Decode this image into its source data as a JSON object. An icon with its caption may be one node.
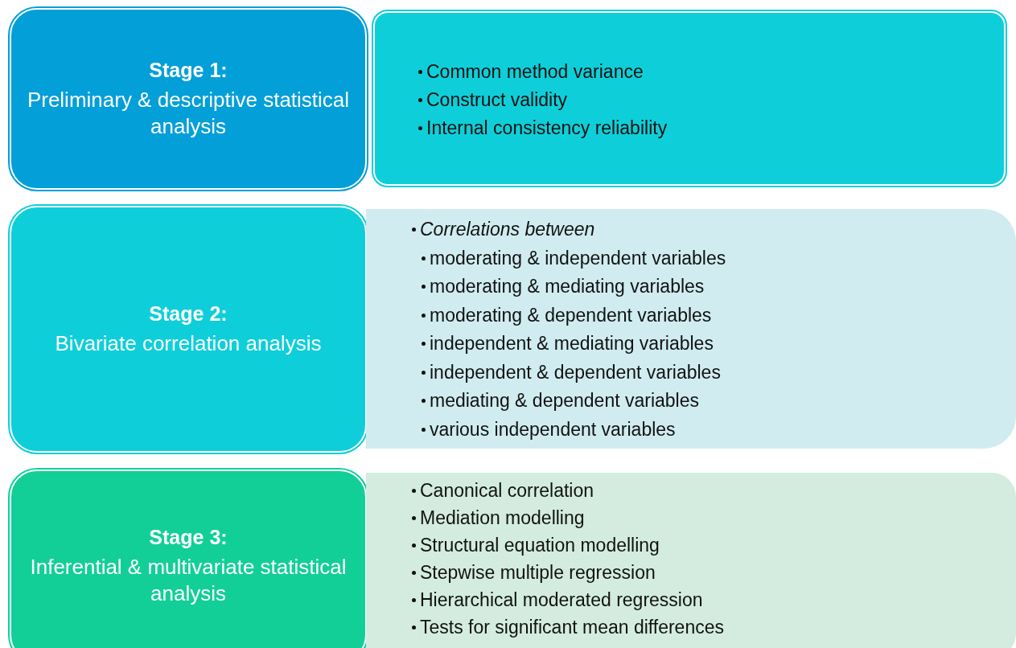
{
  "diagram": {
    "nodes": [
      {
        "text": [
          "Stage 1:",
          "Preliminary & descriptive statistical analysis"
        ]
      },
      {
        "text": [
          "Common method variance",
          "Construct validity",
          "Internal consistency reliability"
        ]
      },
      {
        "text": [
          "Stage 2:",
          "Bivariate correlation analysis"
        ]
      },
      {
        "text": [
          "Correlations between",
          "moderating & independent variables",
          "moderating & mediating variables",
          "moderating & dependent variables",
          "independent & mediating variables",
          "independent & dependent variables",
          "mediating & dependent variables",
          "various independent variables"
        ]
      },
      {
        "text": [
          "Stage 3:",
          "Inferential & multivariate statistical analysis"
        ]
      },
      {
        "text": [
          "Canonical correlation",
          "Mediation modelling",
          "Structural equation modelling",
          "Stepwise multiple regression",
          "Hierarchical moderated regression",
          "Tests for significant mean differences"
        ]
      }
    ],
    "edges": []
  }
}
